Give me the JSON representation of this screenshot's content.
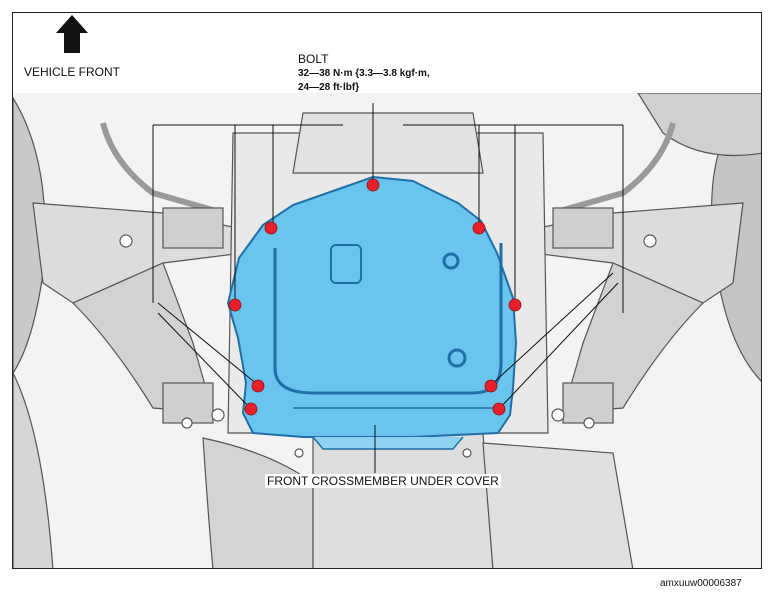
{
  "labels": {
    "vehicle_front": "VEHICLE FRONT",
    "bolt_title": "BOLT",
    "bolt_torque_line1": "32—38 N·m {3.3—3.8 kgf·m,",
    "bolt_torque_line2": "24—28 ft·lbf}",
    "part_name": "FRONT CROSSMEMBER UNDER COVER",
    "figure_id": "amxuuw00006387"
  },
  "colors": {
    "cover_fill": "#69c4ee",
    "cover_stroke": "#1f6fa8",
    "bolt_marker": "#e8202a",
    "structure_line": "#444444",
    "structure_fill": "#e4e4e4"
  },
  "icons": {
    "front_arrow": "up-arrow-icon",
    "bolt_marker": "red-dot-icon"
  }
}
